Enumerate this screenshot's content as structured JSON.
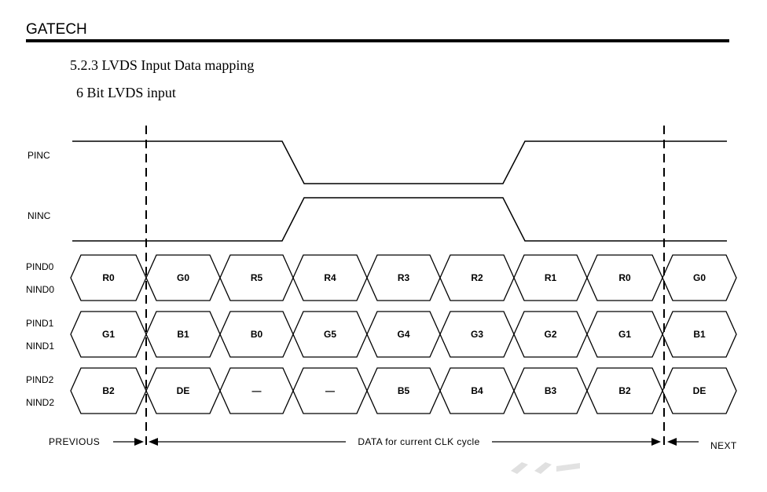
{
  "header": {
    "brand": "GATECH"
  },
  "section": {
    "title": "5.2.3 LVDS Input Data mapping",
    "subtitle": "6 Bit LVDS input"
  },
  "diagram": {
    "clock_signals": [
      {
        "label": "PINC",
        "levels": [
          1,
          1,
          1,
          0,
          0,
          0,
          1,
          1,
          1
        ]
      },
      {
        "label": "NINC",
        "levels": [
          0,
          0,
          0,
          1,
          1,
          1,
          0,
          0,
          0
        ]
      }
    ],
    "data_lanes": [
      {
        "labels": [
          "PIND0",
          "NIND0"
        ],
        "cells": [
          "R0",
          "G0",
          "R5",
          "R4",
          "R3",
          "R2",
          "R1",
          "R0",
          "G0"
        ]
      },
      {
        "labels": [
          "PIND1",
          "NIND1"
        ],
        "cells": [
          "G1",
          "B1",
          "B0",
          "G5",
          "G4",
          "G3",
          "G2",
          "G1",
          "B1"
        ]
      },
      {
        "labels": [
          "PIND2",
          "NIND2"
        ],
        "cells": [
          "B2",
          "DE",
          "—",
          "—",
          "B5",
          "B4",
          "B3",
          "B2",
          "DE"
        ]
      }
    ],
    "annotations": {
      "previous": "PREVIOUS",
      "current": "DATA for current CLK cycle",
      "next": "NEXT"
    }
  },
  "colors": {
    "ink": "#000000",
    "paper": "#ffffff",
    "watermark": "#d9d9d9"
  }
}
